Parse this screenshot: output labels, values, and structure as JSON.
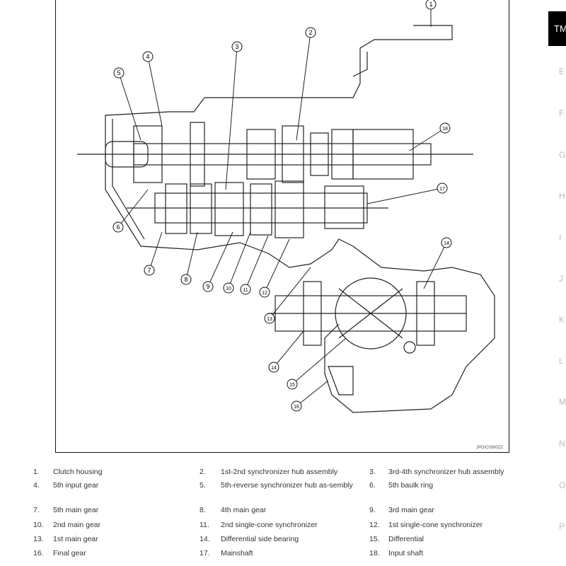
{
  "figure": {
    "code": "JPDIC0580ZZ",
    "callouts": [
      "1",
      "2",
      "3",
      "4",
      "5",
      "6",
      "7",
      "8",
      "9",
      "10",
      "11",
      "12",
      "13",
      "14",
      "14",
      "15",
      "16",
      "17",
      "18"
    ]
  },
  "legend": [
    {
      "num": "1.",
      "text": "Clutch housing"
    },
    {
      "num": "2.",
      "text": "1st-2nd synchronizer hub assembly"
    },
    {
      "num": "3.",
      "text": "3rd-4th synchronizer hub assembly"
    },
    {
      "num": "4.",
      "text": "5th input gear"
    },
    {
      "num": "5.",
      "text": "5th-reverse synchronizer hub as-sembly"
    },
    {
      "num": "6.",
      "text": "5th baulk ring"
    },
    {
      "num": "7.",
      "text": "5th main gear"
    },
    {
      "num": "8.",
      "text": "4th main gear"
    },
    {
      "num": "9.",
      "text": "3rd main gear"
    },
    {
      "num": "10.",
      "text": "2nd main gear"
    },
    {
      "num": "11.",
      "text": "2nd single-cone synchronizer"
    },
    {
      "num": "12.",
      "text": "1st single-cone synchronizer"
    },
    {
      "num": "13.",
      "text": "1st main gear"
    },
    {
      "num": "14.",
      "text": "Differential side bearing"
    },
    {
      "num": "15.",
      "text": "Differential"
    },
    {
      "num": "16.",
      "text": "Final gear"
    },
    {
      "num": "17.",
      "text": "Mainshaft"
    },
    {
      "num": "18.",
      "text": "Input shaft"
    }
  ],
  "side_tabs": {
    "active": "TM",
    "items": [
      "E",
      "F",
      "G",
      "H",
      "I",
      "J",
      "K",
      "L",
      "M",
      "N",
      "O",
      "P"
    ]
  }
}
